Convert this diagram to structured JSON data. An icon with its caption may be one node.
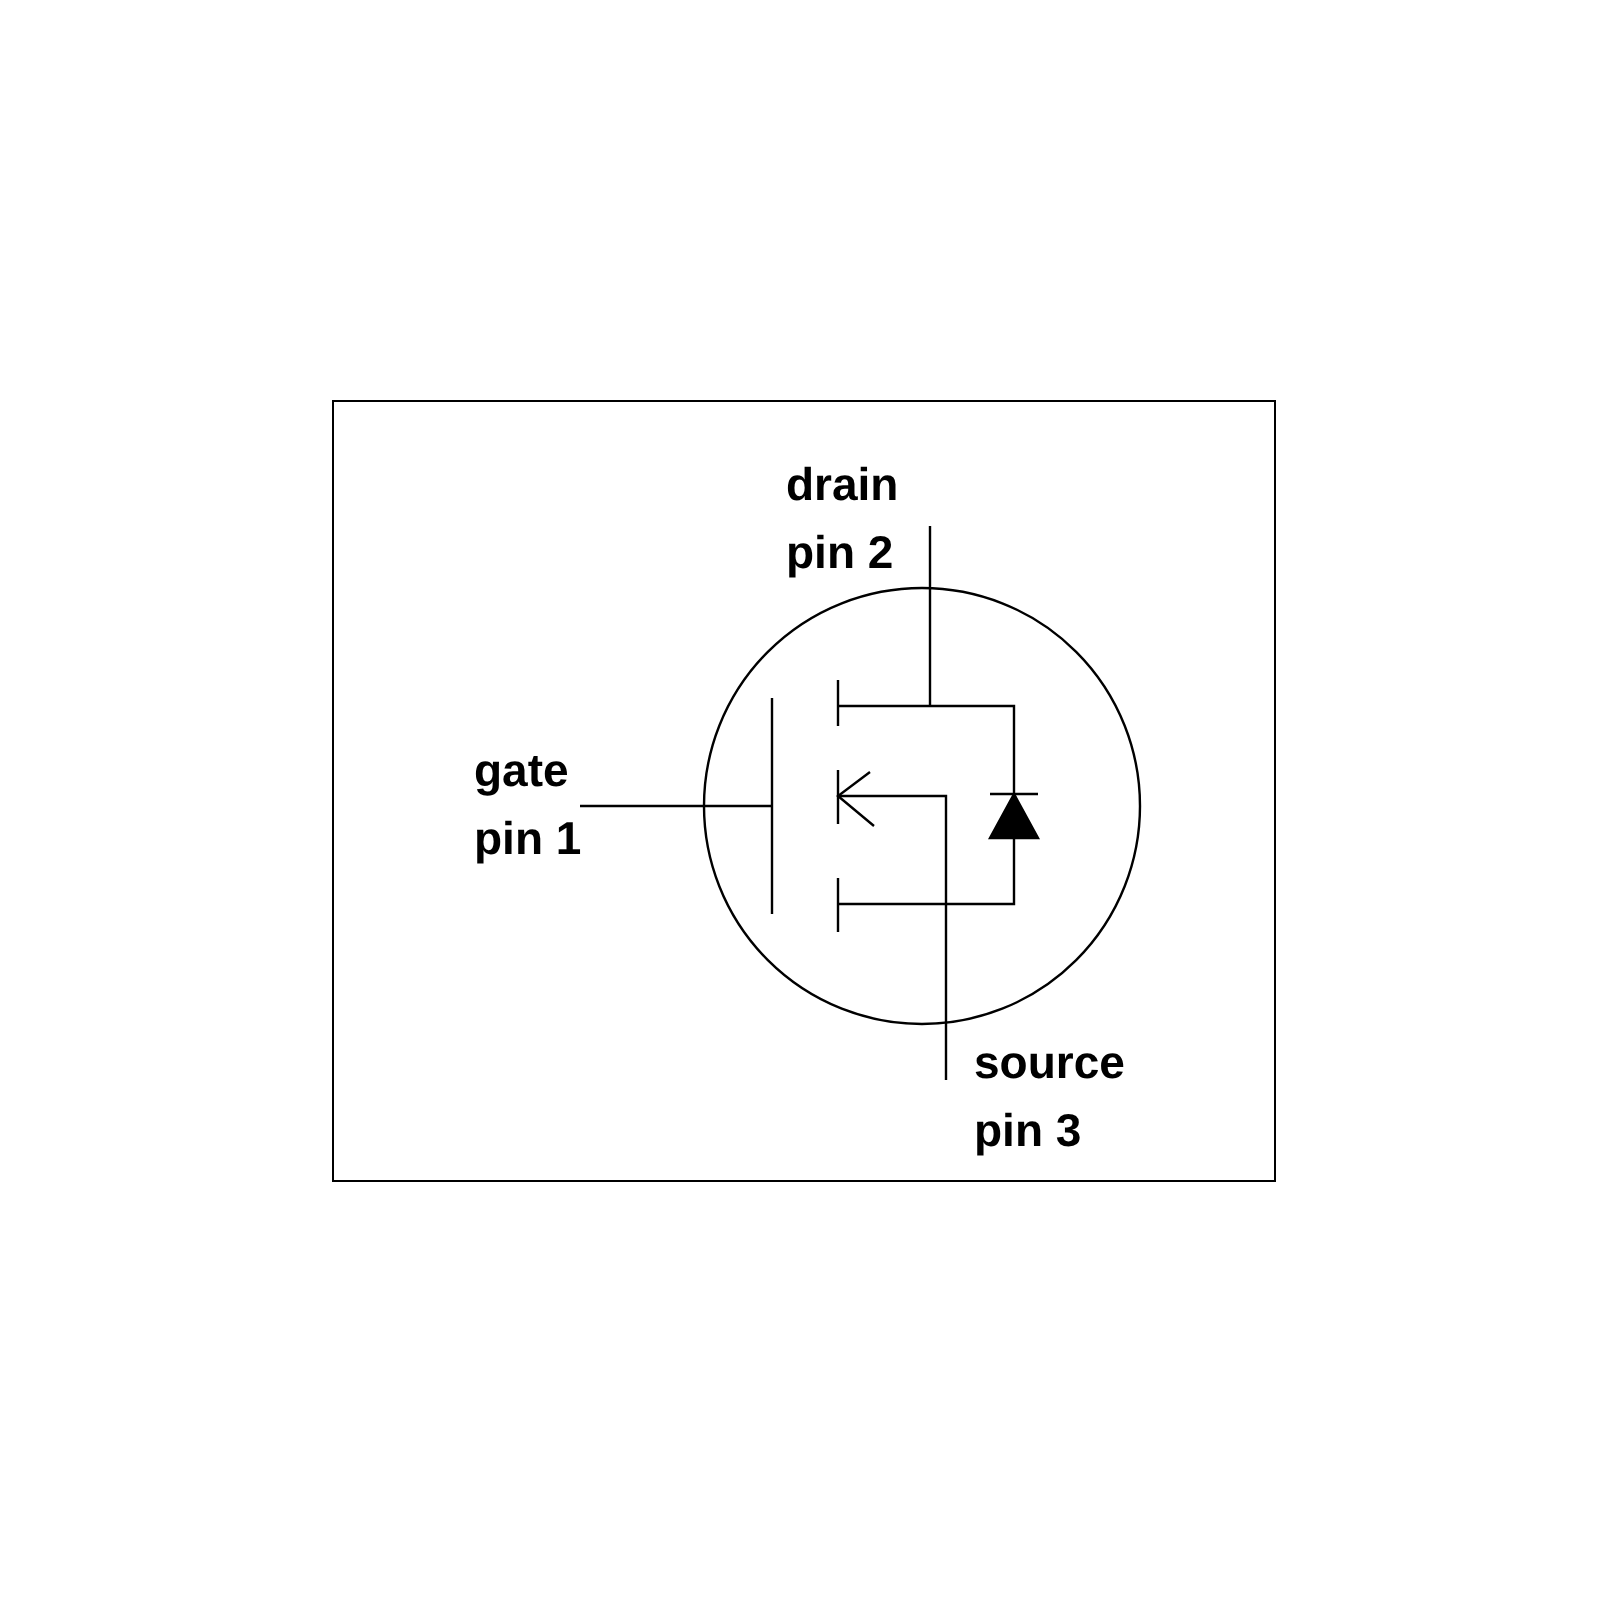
{
  "diagram": {
    "labels": [
      "drain pin 2",
      "gate pin 1",
      "source pin 3"
    ]
  }
}
